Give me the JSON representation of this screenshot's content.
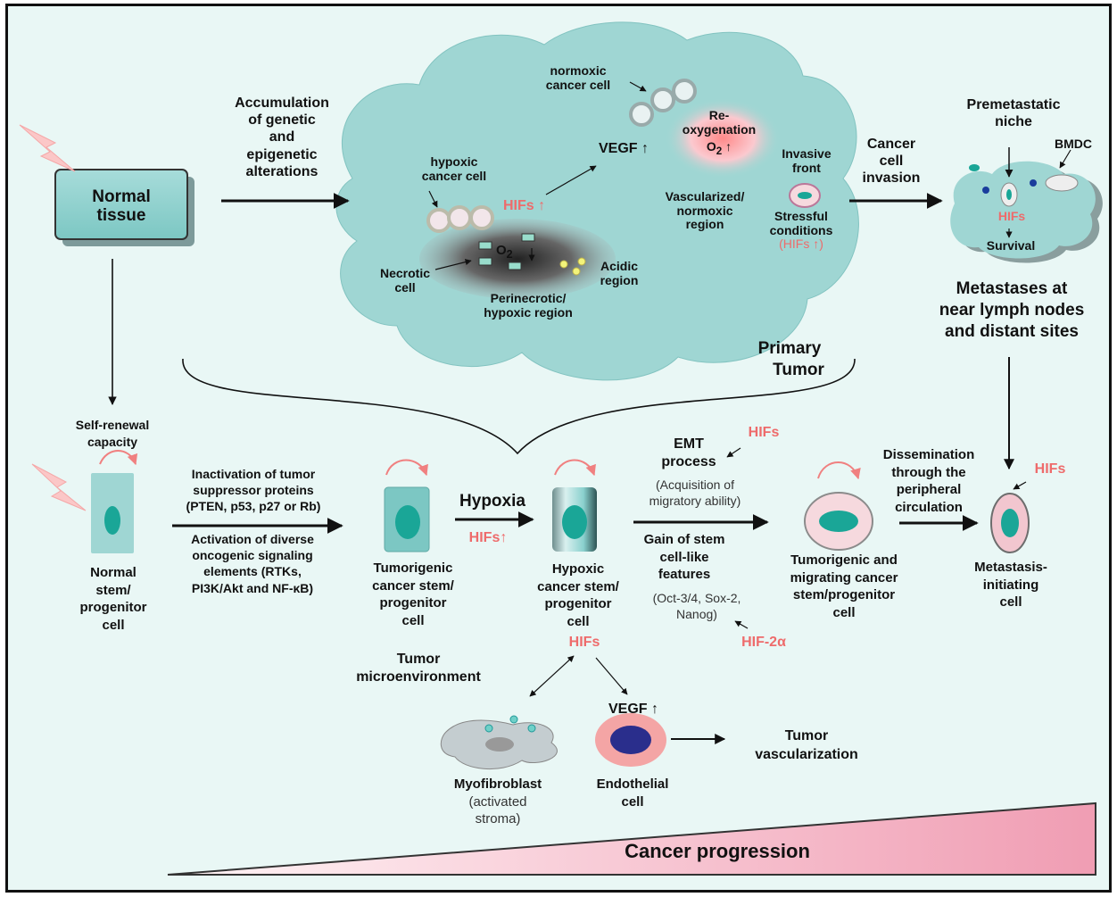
{
  "colors": {
    "cloud": "#9fd6d3",
    "cell": "#8ad1ce",
    "nucleus": "#1aa697",
    "hif_red": "#ee6b6b",
    "endothelial_ring": "#f4a5a5",
    "endothelial_nucleus": "#2a2e8c",
    "progression_ramp": "#f5b8c6"
  },
  "normal_tissue": {
    "line1": "Normal",
    "line2": "tissue"
  },
  "accumulation": {
    "l1": "Accumulation",
    "l2": "of genetic",
    "l3": "and",
    "l4": "epigenetic",
    "l5": "alterations"
  },
  "tumor": {
    "normoxic_l1": "normoxic",
    "normoxic_l2": "cancer cell",
    "hypoxic_l1": "hypoxic",
    "hypoxic_l2": "cancer cell",
    "hifs": "HIFs ↑",
    "vegf": "VEGF",
    "reoxy_l1": "Re-",
    "reoxy_l2": "oxygenation",
    "reoxy_o2": "O",
    "invasive_l1": "Invasive",
    "invasive_l2": "front",
    "vasc_l1": "Vascularized/",
    "vasc_l2": "normoxic",
    "vasc_l3": "region",
    "stress_l1": "Stressful",
    "stress_l2": "conditions",
    "stress_l3": "(HIFs ↑)",
    "o2": "O",
    "necrotic_l1": "Necrotic",
    "necrotic_l2": "cell",
    "acidic_l1": "Acidic",
    "acidic_l2": "region",
    "perinec_l1": "Perinecrotic/",
    "perinec_l2": "hypoxic region"
  },
  "invasion": {
    "l1": "Cancer",
    "l2": "cell",
    "l3": "invasion"
  },
  "niche": {
    "l1": "Premetastatic",
    "l2": "niche",
    "bmdc": "BMDC",
    "hifs": "HIFs",
    "survival": "Survival"
  },
  "metastases": {
    "l1": "Metastases at",
    "l2": "near lymph nodes",
    "l3": "and distant sites"
  },
  "primary": {
    "l1": "Primary",
    "l2": "Tumor"
  },
  "self_renewal": {
    "l1": "Self-renewal",
    "l2": "capacity"
  },
  "normal_stem": {
    "l1": "Normal",
    "l2": "stem/",
    "l3": "progenitor",
    "l4": "cell"
  },
  "inactivation": {
    "l1": "Inactivation of tumor",
    "l2": "suppressor proteins",
    "l3": "(PTEN, p53, p27 or Rb)"
  },
  "activation": {
    "l1": "Activation of diverse",
    "l2": "oncogenic signaling",
    "l3": "elements (RTKs,",
    "l4": "PI3K/Akt and NF-κB)"
  },
  "tumorigenic_stem": {
    "l1": "Tumorigenic",
    "l2": "cancer stem/",
    "l3": "progenitor",
    "l4": "cell"
  },
  "hypoxia": {
    "label": "Hypoxia",
    "hifs": "HIFs↑"
  },
  "hypoxic_stem": {
    "l1": "Hypoxic",
    "l2": "cancer stem/",
    "l3": "progenitor",
    "l4": "cell",
    "hifs": "HIFs"
  },
  "emt": {
    "hifs": "HIFs",
    "l1": "EMT",
    "l2": "process",
    "l3": "(Acquisition of",
    "l4": "migratory ability)"
  },
  "gain": {
    "l1": "Gain of stem",
    "l2": "cell-like",
    "l3": "features",
    "l4": "(Oct-3/4, Sox-2,",
    "l5": "Nanog)",
    "hif2a": "HIF-2α"
  },
  "migrating": {
    "l1": "Tumorigenic and",
    "l2": "migrating cancer",
    "l3": "stem/progenitor",
    "l4": "cell"
  },
  "dissemination": {
    "l1": "Dissemination",
    "l2": "through the",
    "l3": "peripheral",
    "l4": "circulation"
  },
  "metastasis_cell": {
    "hifs": "HIFs",
    "l1": "Metastasis-",
    "l2": "initiating",
    "l3": "cell"
  },
  "microenv": {
    "l1": "Tumor",
    "l2": "microenvironment"
  },
  "vegf2": "VEGF ↑",
  "myofibroblast": {
    "l1": "Myofibroblast",
    "l2": "(activated",
    "l3": "stroma)"
  },
  "endothelial": {
    "l1": "Endothelial",
    "l2": "cell"
  },
  "vascularization": {
    "l1": "Tumor",
    "l2": "vascularization"
  },
  "progression": "Cancer progression"
}
